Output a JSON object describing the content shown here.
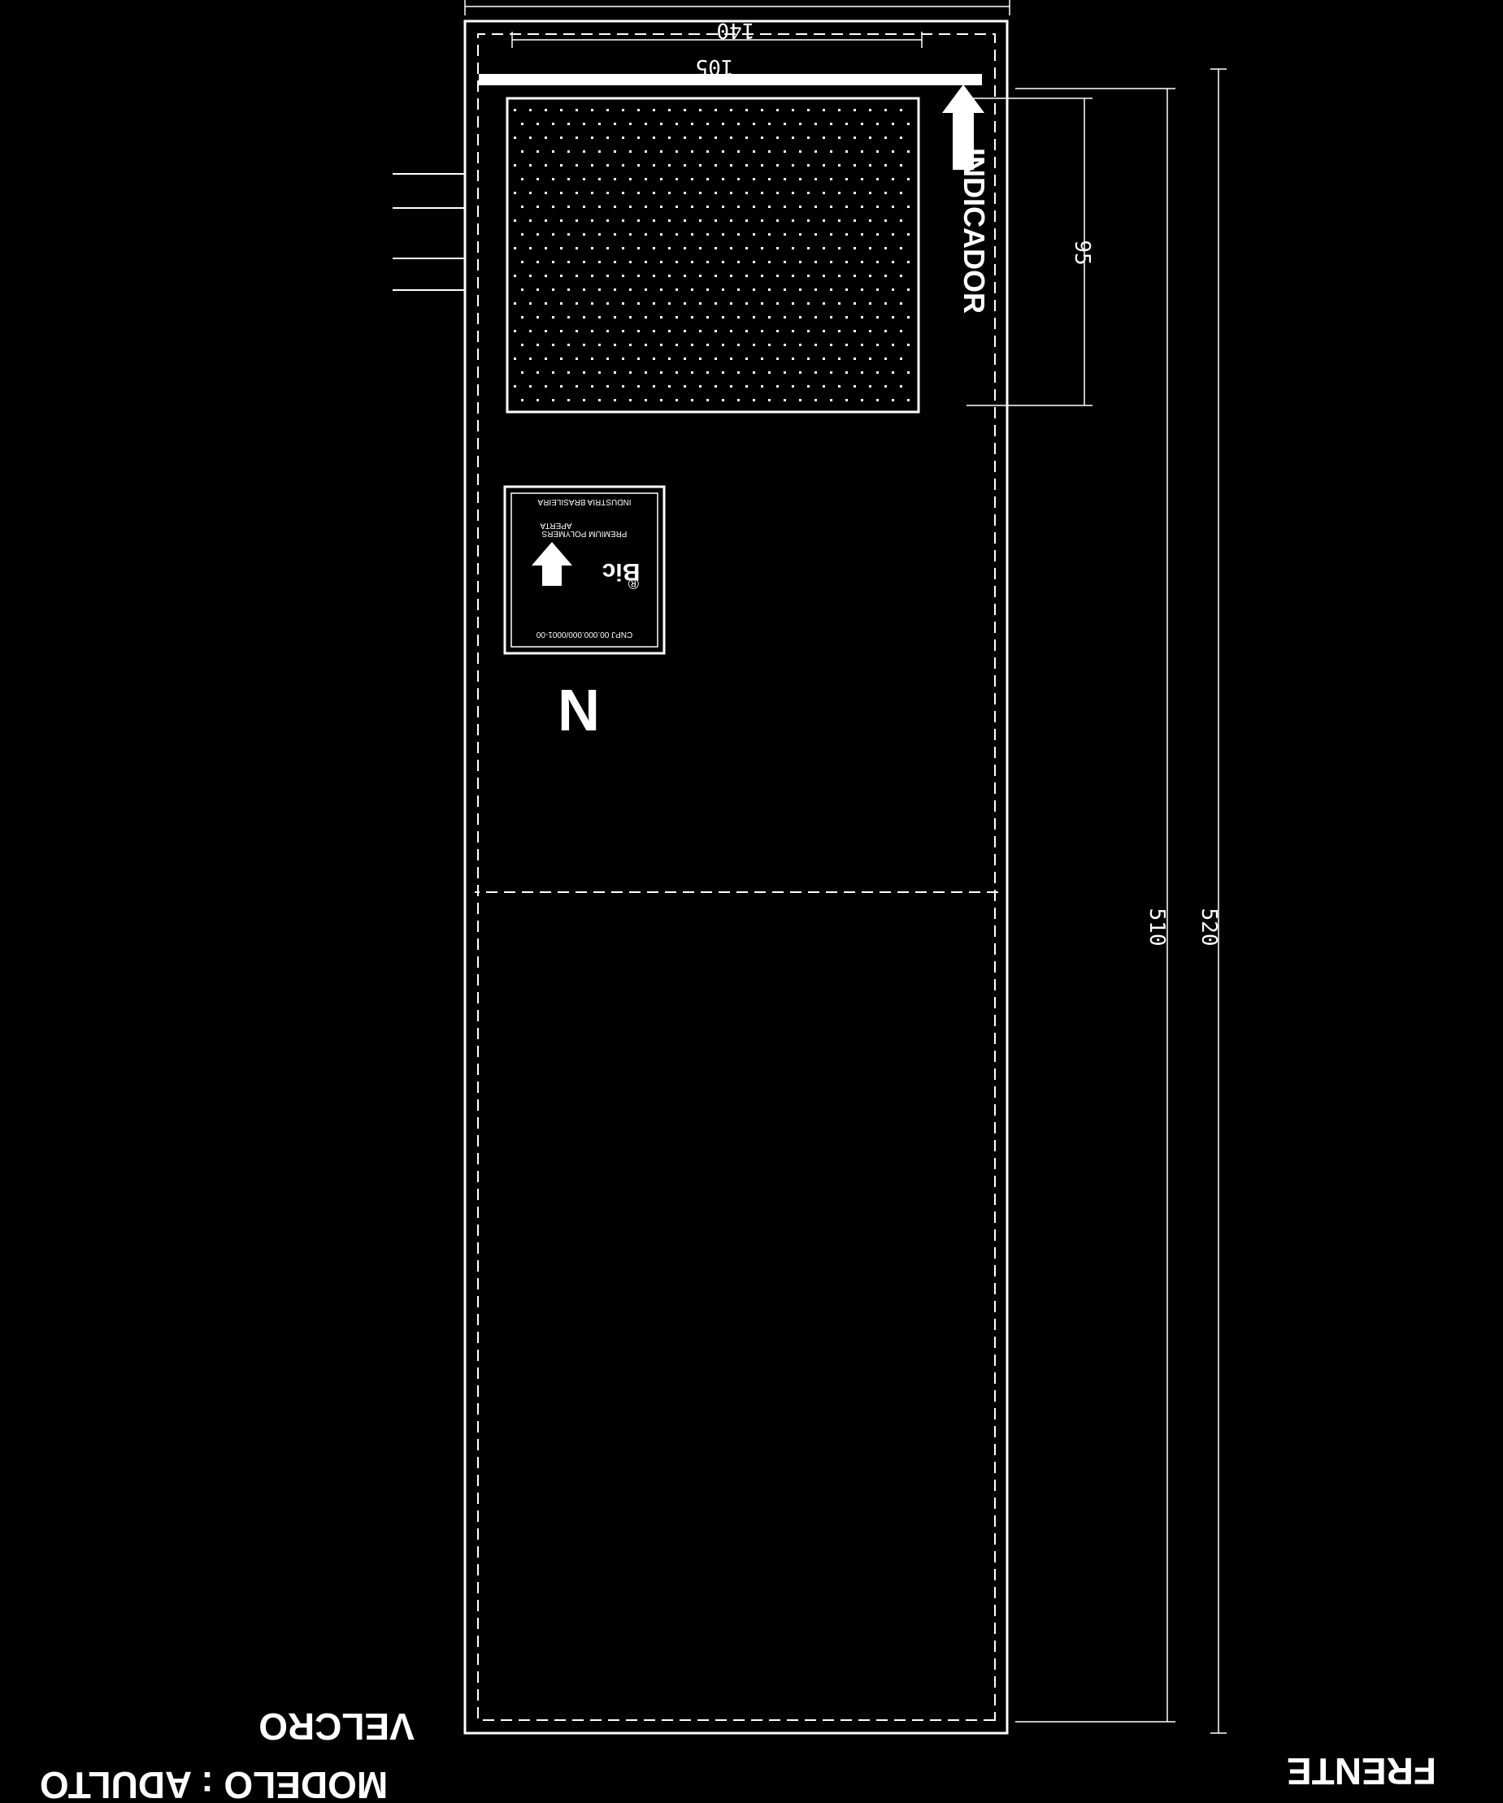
{
  "drawing": {
    "model_label": "MODELO : ADULTO",
    "closure_label": "VELCRO",
    "view_label": "FRENTE",
    "indicator_label": "INDICADOR",
    "colors": {
      "background": "#000000",
      "lines": "#ffffff"
    }
  },
  "dimensions": {
    "total_width": "140",
    "pad_width": "105",
    "pad_height": "95",
    "inner_length": "510",
    "total_length": "520"
  },
  "tag": {
    "brand": "Bic",
    "registered_mark": "®",
    "line1": "PREMIUM POLYMERS",
    "line2": "APERTA",
    "line3": "CNPJ 00.000.000/0001-00",
    "line4": "INDUSTRIA BRASILEIRA",
    "arrow_icon": "arrow-icon"
  },
  "logo": {
    "letter": "N"
  }
}
